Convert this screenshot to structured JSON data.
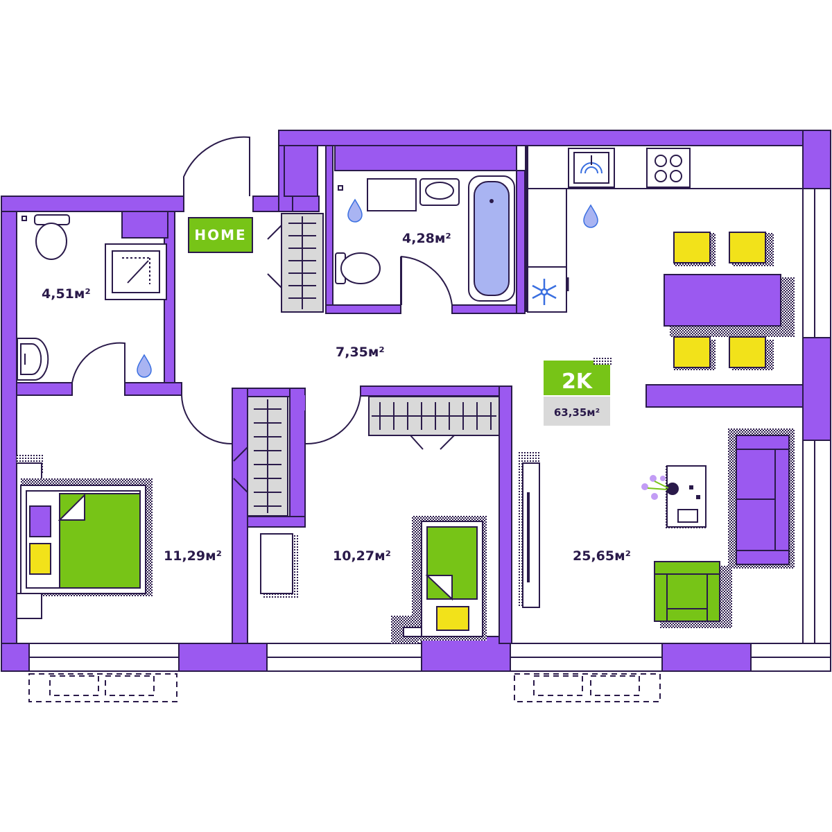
{
  "logo": {
    "text": "HOME"
  },
  "apartment": {
    "type": "2K",
    "total_area": "63,35м²"
  },
  "rooms": [
    {
      "id": "bathroom",
      "label": "4,51м²"
    },
    {
      "id": "wc",
      "label": "4,28м²"
    },
    {
      "id": "hall",
      "label": "7,35м²"
    },
    {
      "id": "bedroom",
      "label": "11,29м²"
    },
    {
      "id": "kids",
      "label": "10,27м²"
    },
    {
      "id": "living",
      "label": "25,65м²"
    }
  ],
  "colors": {
    "wall": "#9b59f0",
    "outline": "#2a1a4a",
    "green": "#77c417",
    "yellow": "#f2e21a",
    "gray": "#d9d9d9",
    "water": "#a9b4f2",
    "snow": "#3a6fe0"
  },
  "icons": [
    "water-drop-icon",
    "snowflake-icon",
    "flower-icon",
    "sink-icon",
    "stove-icon"
  ]
}
